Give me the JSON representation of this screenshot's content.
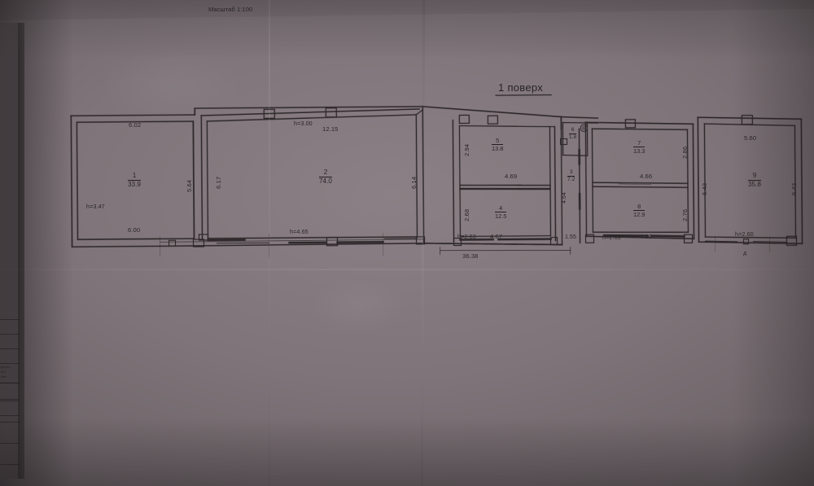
{
  "document": {
    "type": "architectural-floor-plan-scan",
    "scale_label": "Масштаб  1:100",
    "title": "1 поверх",
    "overall_length": "36.38",
    "paper_color": "#7e7479",
    "ink_color": "#241f21"
  },
  "rooms": [
    {
      "number": "1",
      "area": "33.9",
      "height_label": "h=3.47"
    },
    {
      "number": "2",
      "area": "74.0",
      "height_label": "h=3.00"
    },
    {
      "number": "3",
      "area": "7.2",
      "height_label": ""
    },
    {
      "number": "4",
      "area": "12.5",
      "height_label": "h=2.63"
    },
    {
      "number": "5",
      "area": "13.8",
      "height_label": ""
    },
    {
      "number": "6",
      "area": "1.8",
      "height_label": ""
    },
    {
      "number": "7",
      "area": "13.3",
      "height_label": ""
    },
    {
      "number": "8",
      "area": "12.9",
      "height_label": "h=2.63"
    },
    {
      "number": "9",
      "area": "35.8",
      "height_label": "h=2.60"
    }
  ],
  "dimensions": {
    "room1_top": "6.02",
    "room1_bottom": "6.00",
    "room1_right": "5.64",
    "room2_left": "6.17",
    "room2_top": "12.15",
    "room2_right": "6.14",
    "room2_bottom_height": "h=4.65",
    "room5_left": "2.94",
    "room5_bottom": "4.69",
    "room4_left": "2.68",
    "room4_bottom": "4.67",
    "room3_left": "4.64",
    "room3_bottom": "1.55",
    "room7_right": "2.86",
    "room7_bottom": "4.66",
    "room8_right": "2.76",
    "room8_bottom": "4.66",
    "room9_top": "5.60",
    "room9_left": "6.43",
    "room9_right": "6.43",
    "overall_bottom": "36.38"
  },
  "markers": {
    "door_letter": "д"
  },
  "side_page": {
    "fragment_lines": [
      "деспя",
      "ені",
      "ким"
    ]
  }
}
